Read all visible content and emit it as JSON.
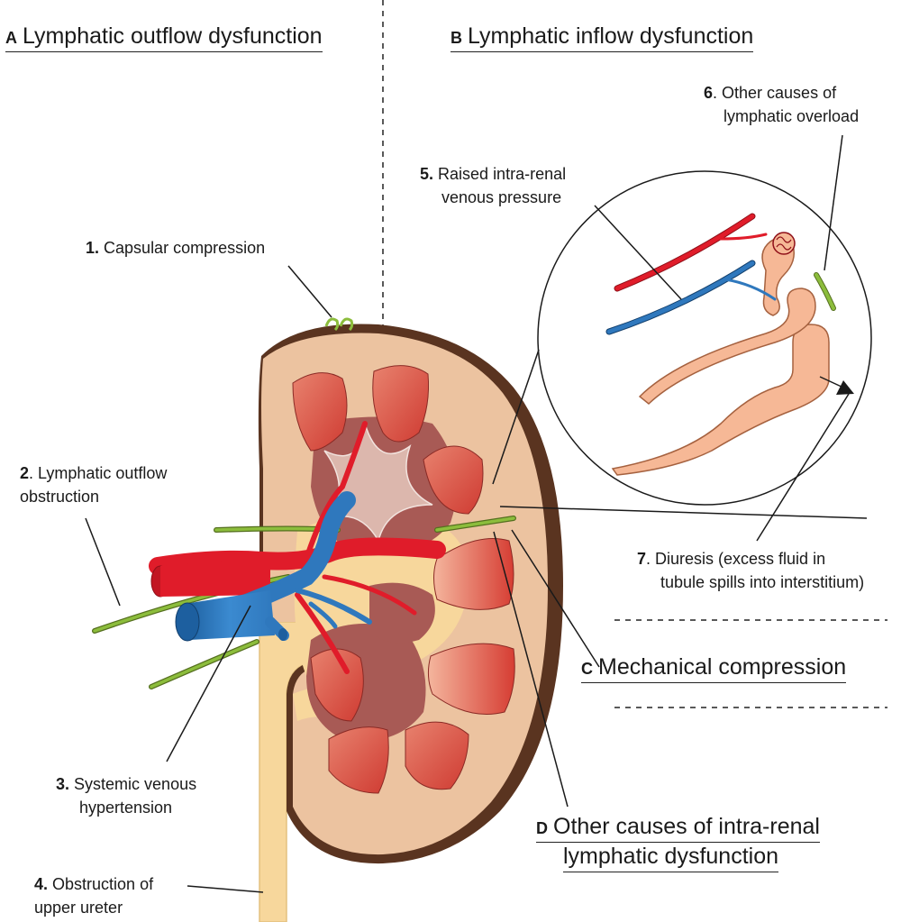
{
  "sections": {
    "A": {
      "letter": "A",
      "title": "Lymphatic outflow dysfunction"
    },
    "B": {
      "letter": "B",
      "title": "Lymphatic inflow dysfunction"
    },
    "C": {
      "letter": "C",
      "title": "Mechanical compression"
    },
    "D": {
      "letter": "D",
      "title_line1": "Other causes of intra-renal",
      "title_line2": "lymphatic dysfunction"
    }
  },
  "labels": {
    "1": {
      "num": "1.",
      "line1": "Capsular compression"
    },
    "2": {
      "num": "2",
      "line1": ". Lymphatic outflow",
      "line2": "obstruction"
    },
    "3": {
      "num": "3.",
      "line1": "Systemic venous",
      "line2": "hypertension"
    },
    "4": {
      "num": "4.",
      "line1": "Obstruction of",
      "line2": "upper ureter"
    },
    "5": {
      "num": "5.",
      "line1": "Raised intra-renal",
      "line2": "venous pressure"
    },
    "6": {
      "num": "6",
      "line1": ". Other causes of",
      "line2": "lymphatic overload"
    },
    "7": {
      "num": "7",
      "line1": ". Diuresis (excess fluid in",
      "line2": "tubule spills into interstitium)"
    }
  },
  "colors": {
    "capsule": "#5a3420",
    "cortex": "#ecc3a0",
    "sinus": "#f7d79c",
    "medulla_dark": "#a85a55",
    "pyramid": "#d9493e",
    "artery": "#e01c2a",
    "vein": "#2f78bd",
    "lymphatic": "#8cbd3c",
    "tubule": "#f6b896"
  }
}
